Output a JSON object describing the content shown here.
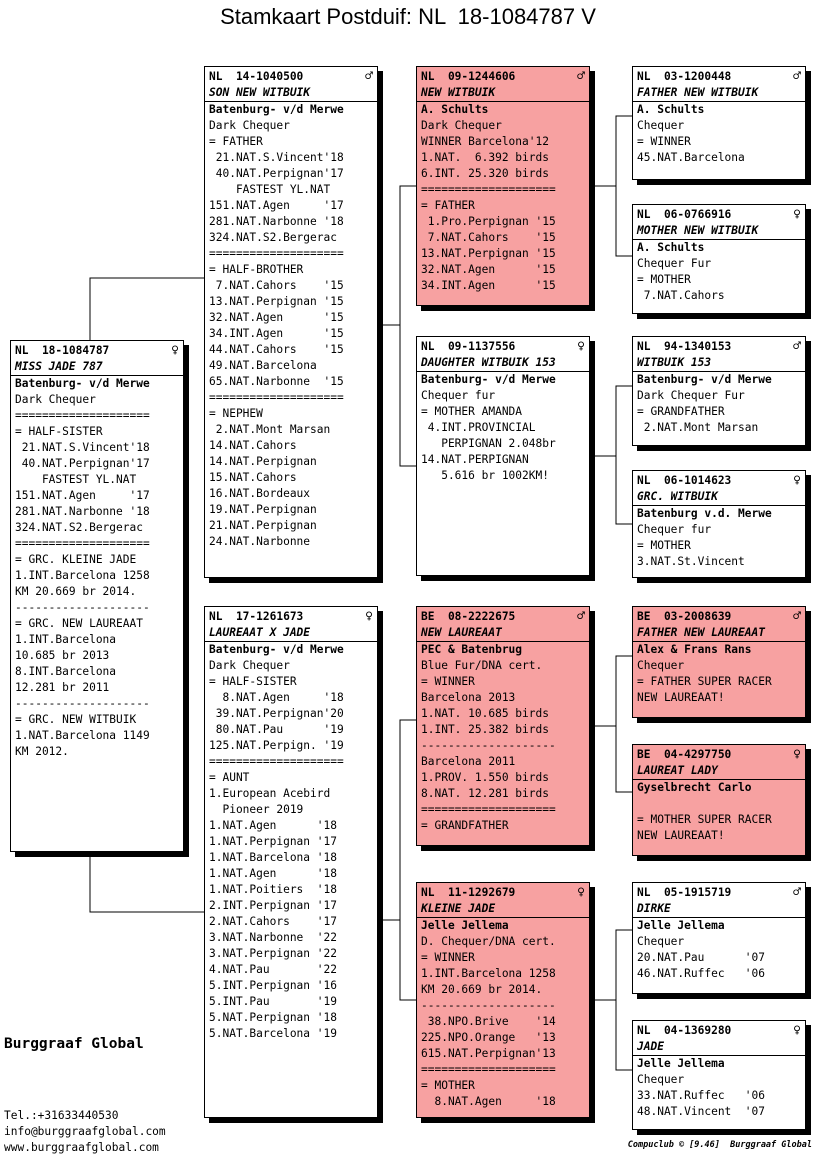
{
  "title": "Stamkaart Postduif: NL  18-1084787 V",
  "cards": {
    "subject": {
      "ring": "NL  18-1084787",
      "sex": "♀",
      "name": "MISS JADE 787",
      "lines": [
        "Batenburg- v/d Merwe",
        "Dark Chequer",
        "====================",
        "= HALF-SISTER",
        " 21.NAT.S.Vincent'18",
        " 40.NAT.Perpignan'17",
        "    FASTEST YL.NAT",
        "151.NAT.Agen     '17",
        "281.NAT.Narbonne '18",
        "324.NAT.S2.Bergerac",
        "====================",
        "= GRC. KLEINE JADE",
        "1.INT.Barcelona 1258",
        "KM 20.669 br 2014.",
        "--------------------",
        "= GRC. NEW LAUREAAT",
        "1.INT.Barcelona",
        "10.685 br 2013",
        "8.INT.Barcelona",
        "12.281 br 2011",
        "--------------------",
        "= GRC. NEW WITBUIK",
        "1.NAT.Barcelona 1149",
        "KM 2012."
      ]
    },
    "father": {
      "ring": "NL  14-1040500",
      "sex": "♂",
      "name": "SON NEW WITBUIK",
      "lines": [
        "Batenburg- v/d Merwe",
        "Dark Chequer",
        "= FATHER",
        " 21.NAT.S.Vincent'18",
        " 40.NAT.Perpignan'17",
        "    FASTEST YL.NAT",
        "151.NAT.Agen     '17",
        "281.NAT.Narbonne '18",
        "324.NAT.S2.Bergerac",
        "====================",
        "= HALF-BROTHER",
        " 7.NAT.Cahors    '15",
        "13.NAT.Perpignan '15",
        "32.NAT.Agen      '15",
        "34.INT.Agen      '15",
        "44.NAT.Cahors    '15",
        "49.NAT.Barcelona",
        "65.NAT.Narbonne  '15",
        "====================",
        "= NEPHEW",
        " 2.NAT.Mont Marsan",
        "14.NAT.Cahors",
        "14.NAT.Perpignan",
        "15.NAT.Cahors",
        "16.NAT.Bordeaux",
        "19.NAT.Perpignan",
        "21.NAT.Perpignan",
        "24.NAT.Narbonne"
      ]
    },
    "mother": {
      "ring": "NL  17-1261673",
      "sex": "♀",
      "name": "LAUREAAT X JADE",
      "lines": [
        "Batenburg- v/d Merwe",
        "Dark Chequer",
        "= HALF-SISTER",
        "  8.NAT.Agen     '18",
        " 39.NAT.Perpignan'20",
        " 80.NAT.Pau      '19",
        "125.NAT.Perpign. '19",
        "====================",
        "= AUNT",
        "1.European Acebird",
        "  Pioneer 2019",
        "1.NAT.Agen      '18",
        "1.NAT.Perpignan '17",
        "1.NAT.Barcelona '18",
        "1.NAT.Agen      '18",
        "1.NAT.Poitiers  '18",
        "2.INT.Perpignan '17",
        "2.NAT.Cahors    '17",
        "3.NAT.Narbonne  '22",
        "3.NAT.Perpignan '22",
        "4.NAT.Pau       '22",
        "5.INT.Perpignan '16",
        "5.INT.Pau       '19",
        "5.NAT.Perpignan '18",
        "5.NAT.Barcelona '19"
      ]
    },
    "ff": {
      "ring": "NL  09-1244606",
      "sex": "♂",
      "name": "NEW WITBUIK",
      "lines": [
        "A. Schults",
        "Dark Chequer",
        "WINNER Barcelona'12",
        "1.NAT.  6.392 birds",
        "6.INT. 25.320 birds",
        "====================",
        "= FATHER",
        " 1.Pro.Perpignan '15",
        " 7.NAT.Cahors    '15",
        "13.NAT.Perpignan '15",
        "32.NAT.Agen      '15",
        "34.INT.Agen      '15"
      ]
    },
    "fm": {
      "ring": "NL  09-1137556",
      "sex": "♀",
      "name": "DAUGHTER WITBUIK 153",
      "lines": [
        "Batenburg- v/d Merwe",
        "Chequer fur",
        "= MOTHER AMANDA",
        " 4.INT.PROVINCIAL",
        "   PERPIGNAN 2.048br",
        "14.NAT.PERPIGNAN",
        "   5.616 br 1002KM!"
      ]
    },
    "mf": {
      "ring": "BE  08-2222675",
      "sex": "♂",
      "name": "NEW LAUREAAT",
      "lines": [
        "PEC & Batenbrug",
        "Blue Fur/DNA cert.",
        "= WINNER",
        "Barcelona 2013",
        "1.NAT. 10.685 birds",
        "1.INT. 25.382 birds",
        "--------------------",
        "Barcelona 2011",
        "1.PROV. 1.550 birds",
        "8.NAT. 12.281 birds",
        "====================",
        "= GRANDFATHER"
      ]
    },
    "mm": {
      "ring": "NL  11-1292679",
      "sex": "♀",
      "name": "KLEINE JADE",
      "lines": [
        "Jelle Jellema",
        "D. Chequer/DNA cert.",
        "= WINNER",
        "1.INT.Barcelona 1258",
        "KM 20.669 br 2014.",
        "--------------------",
        " 38.NPO.Brive    '14",
        "225.NPO.Orange   '13",
        "615.NAT.Perpignan'13",
        "====================",
        "= MOTHER",
        "  8.NAT.Agen     '18"
      ]
    },
    "fff": {
      "ring": "NL  03-1200448",
      "sex": "♂",
      "name": "FATHER NEW WITBUIK",
      "lines": [
        "A. Schults",
        "Chequer",
        "= WINNER",
        "45.NAT.Barcelona"
      ]
    },
    "ffm": {
      "ring": "NL  06-0766916",
      "sex": "♀",
      "name": "MOTHER NEW WITBUIK",
      "lines": [
        "A. Schults",
        "Chequer Fur",
        "= MOTHER",
        " 7.NAT.Cahors"
      ]
    },
    "fmf": {
      "ring": "NL  94-1340153",
      "sex": "♂",
      "name": "WITBUIK 153",
      "lines": [
        "Batenburg- v/d Merwe",
        "Dark Chequer Fur",
        "= GRANDFATHER",
        " 2.NAT.Mont Marsan"
      ]
    },
    "fmm": {
      "ring": "NL  06-1014623",
      "sex": "♀",
      "name": "GRC. WITBUIK",
      "lines": [
        "Batenburg v.d. Merwe",
        "Chequer fur",
        "= MOTHER",
        "3.NAT.St.Vincent"
      ]
    },
    "mff": {
      "ring": "BE  03-2008639",
      "sex": "♂",
      "name": "FATHER NEW LAUREAAT",
      "lines": [
        "Alex & Frans Rans",
        "Chequer",
        "= FATHER SUPER RACER",
        "NEW LAUREAAT!"
      ]
    },
    "mfm": {
      "ring": "BE  04-4297750",
      "sex": "♀",
      "name": "LAUREAT LADY",
      "lines": [
        "Gyselbrecht Carlo",
        "",
        "= MOTHER SUPER RACER",
        "NEW LAUREAAT!"
      ]
    },
    "mmf": {
      "ring": "NL  05-1915719",
      "sex": "♂",
      "name": "DIRKE",
      "lines": [
        "Jelle Jellema",
        "Chequer",
        "20.NAT.Pau      '07",
        "46.NAT.Ruffec   '06"
      ]
    },
    "mmm": {
      "ring": "NL  04-1369280",
      "sex": "♀",
      "name": "JADE",
      "lines": [
        "Jelle Jellema",
        "Chequer",
        "33.NAT.Ruffec   '06",
        "48.NAT.Vincent  '07"
      ]
    }
  },
  "colors": {
    "highlight": "#f7a1a1",
    "border": "#000000",
    "background": "#ffffff"
  },
  "footer": {
    "brand": "Burggraaf Global",
    "phone": "Tel.:+31633440530",
    "email": "info@burggraafglobal.com",
    "website": "www.burggraafglobal.com",
    "credit": "Compuclub © [9.46]  Burggraaf Global"
  }
}
